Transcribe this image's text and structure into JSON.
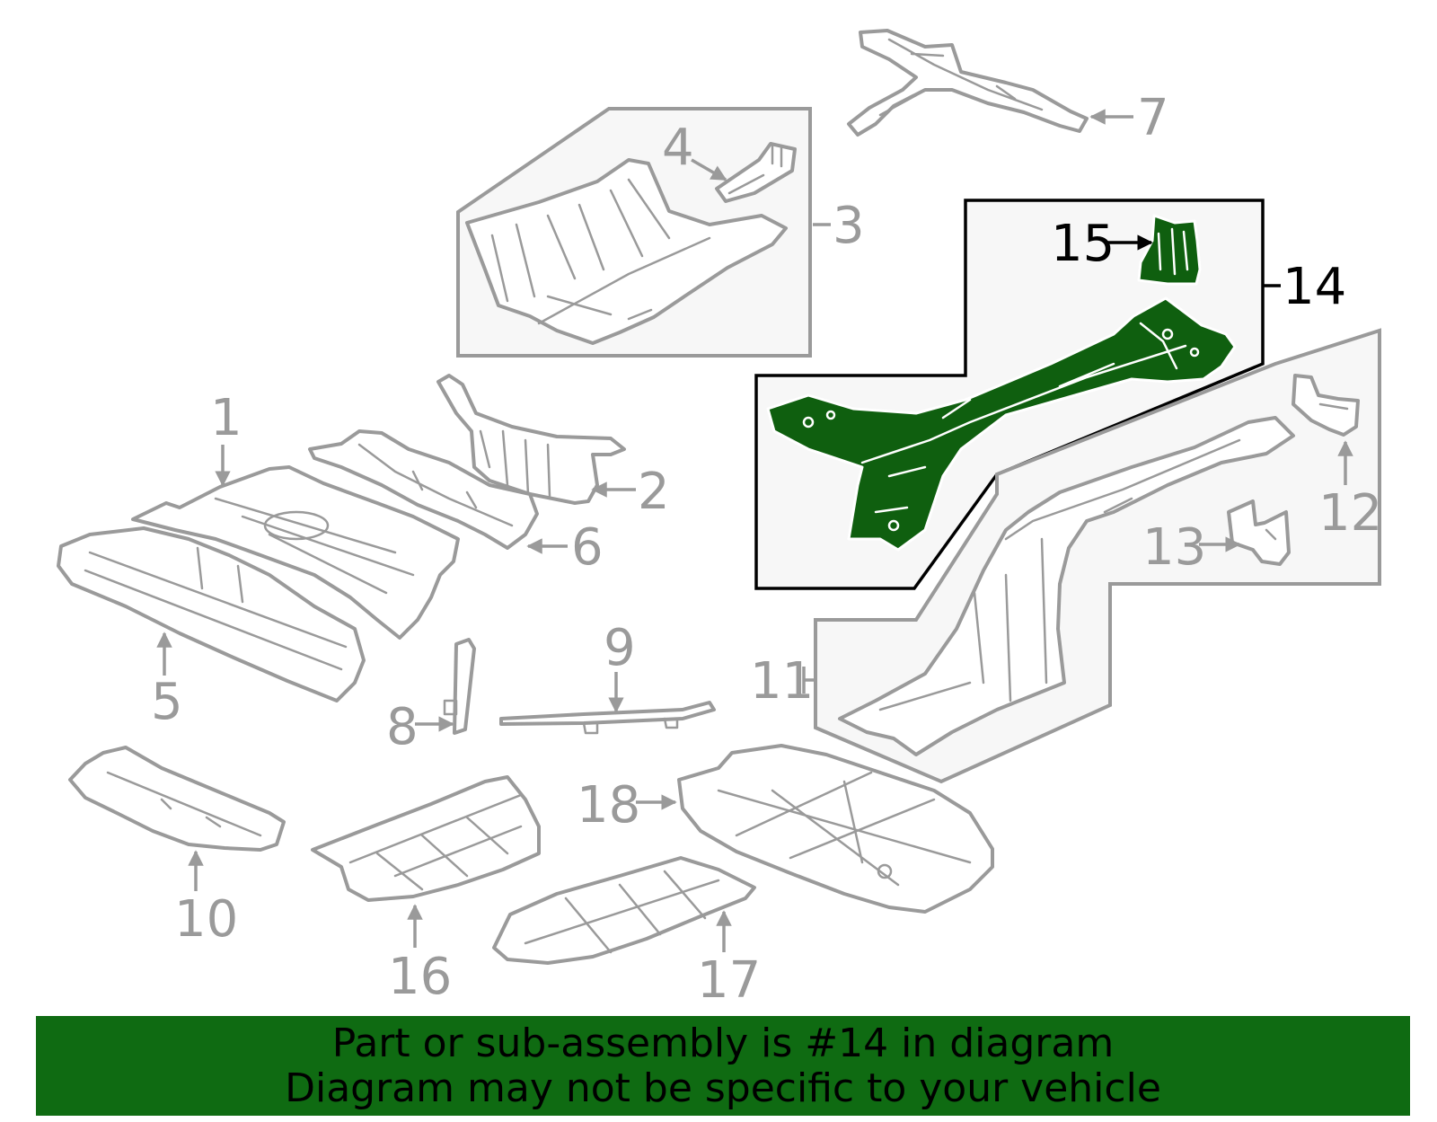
{
  "banner": {
    "line1": "Part or sub-assembly is #14 in diagram",
    "line2": "Diagram may not be specific to your vehicle"
  },
  "highlighted_part": "14",
  "colors": {
    "highlight": "#0f5f0f",
    "banner": "#0f6b12",
    "outline": "#9a9a9a",
    "box_fill": "#f7f7f7"
  },
  "callouts": {
    "c1": "1",
    "c2": "2",
    "c3": "3",
    "c4": "4",
    "c5": "5",
    "c6": "6",
    "c7": "7",
    "c8": "8",
    "c9": "9",
    "c10": "10",
    "c11": "11",
    "c12": "12",
    "c13": "13",
    "c14": "14",
    "c15": "15",
    "c16": "16",
    "c17": "17",
    "c18": "18"
  }
}
